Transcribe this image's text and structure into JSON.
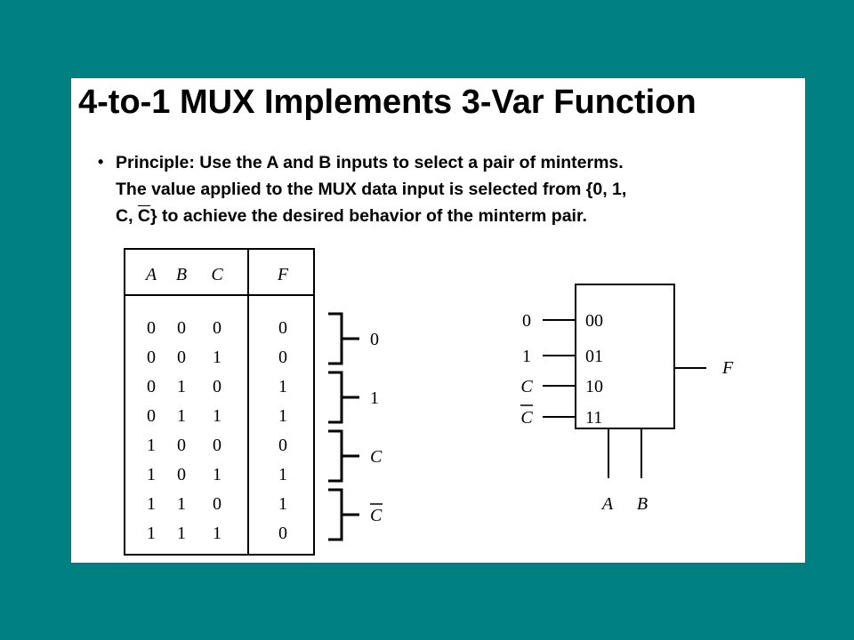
{
  "slide": {
    "title": "4-to-1 MUX Implements 3-Var Function",
    "bullet_marker": "•",
    "bullet_lines": [
      {
        "pre": "Principle: Use the A and B inputs to select a pair of minterms.",
        "over": "",
        "post": ""
      },
      {
        "pre": "The value applied to the MUX data input is selected from {0, 1,",
        "over": "",
        "post": ""
      },
      {
        "pre": "C, ",
        "over": "C",
        "post": "} to achieve the desired behavior of the minterm pair."
      }
    ]
  },
  "truth_table": {
    "headers": {
      "A": "A",
      "B": "B",
      "C": "C",
      "F": "F"
    },
    "rows": [
      {
        "A": "0",
        "B": "0",
        "C": "0",
        "F": "0"
      },
      {
        "A": "0",
        "B": "0",
        "C": "1",
        "F": "0"
      },
      {
        "A": "0",
        "B": "1",
        "C": "0",
        "F": "1"
      },
      {
        "A": "0",
        "B": "1",
        "C": "1",
        "F": "1"
      },
      {
        "A": "1",
        "B": "0",
        "C": "0",
        "F": "0"
      },
      {
        "A": "1",
        "B": "0",
        "C": "1",
        "F": "1"
      },
      {
        "A": "1",
        "B": "1",
        "C": "0",
        "F": "1"
      },
      {
        "A": "1",
        "B": "1",
        "C": "1",
        "F": "0"
      }
    ],
    "pair_values": [
      {
        "label": "0",
        "overline": false
      },
      {
        "label": "1",
        "overline": false
      },
      {
        "label": "C",
        "overline": false
      },
      {
        "label": "C",
        "overline": true
      }
    ]
  },
  "mux": {
    "inputs": [
      {
        "value": "0",
        "select": "00",
        "overline": false
      },
      {
        "value": "1",
        "select": "01",
        "overline": false
      },
      {
        "value": "C",
        "select": "10",
        "overline": false
      },
      {
        "value": "C",
        "select": "11",
        "overline": true
      }
    ],
    "output": "F",
    "select_lines": [
      "A",
      "B"
    ]
  }
}
